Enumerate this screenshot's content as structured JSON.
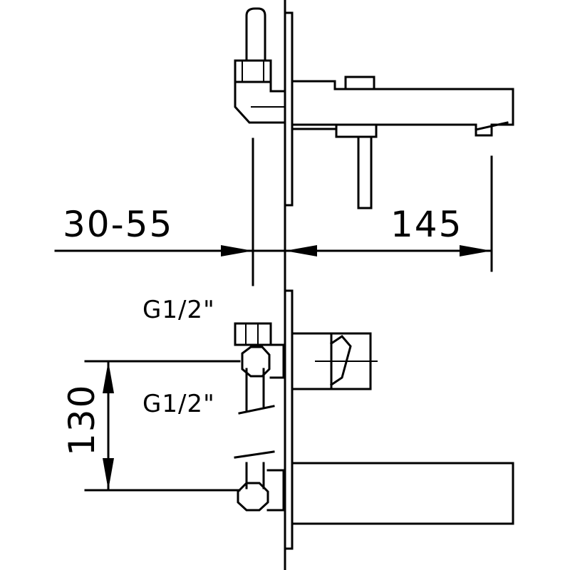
{
  "dimensions": {
    "wall_depth": "30-55",
    "projection": "145",
    "vertical_spacing": "130"
  },
  "threads": {
    "upper": "G1/2\"",
    "lower": "G1/2\""
  },
  "colors": {
    "line": "#000000",
    "background": "#ffffff"
  }
}
